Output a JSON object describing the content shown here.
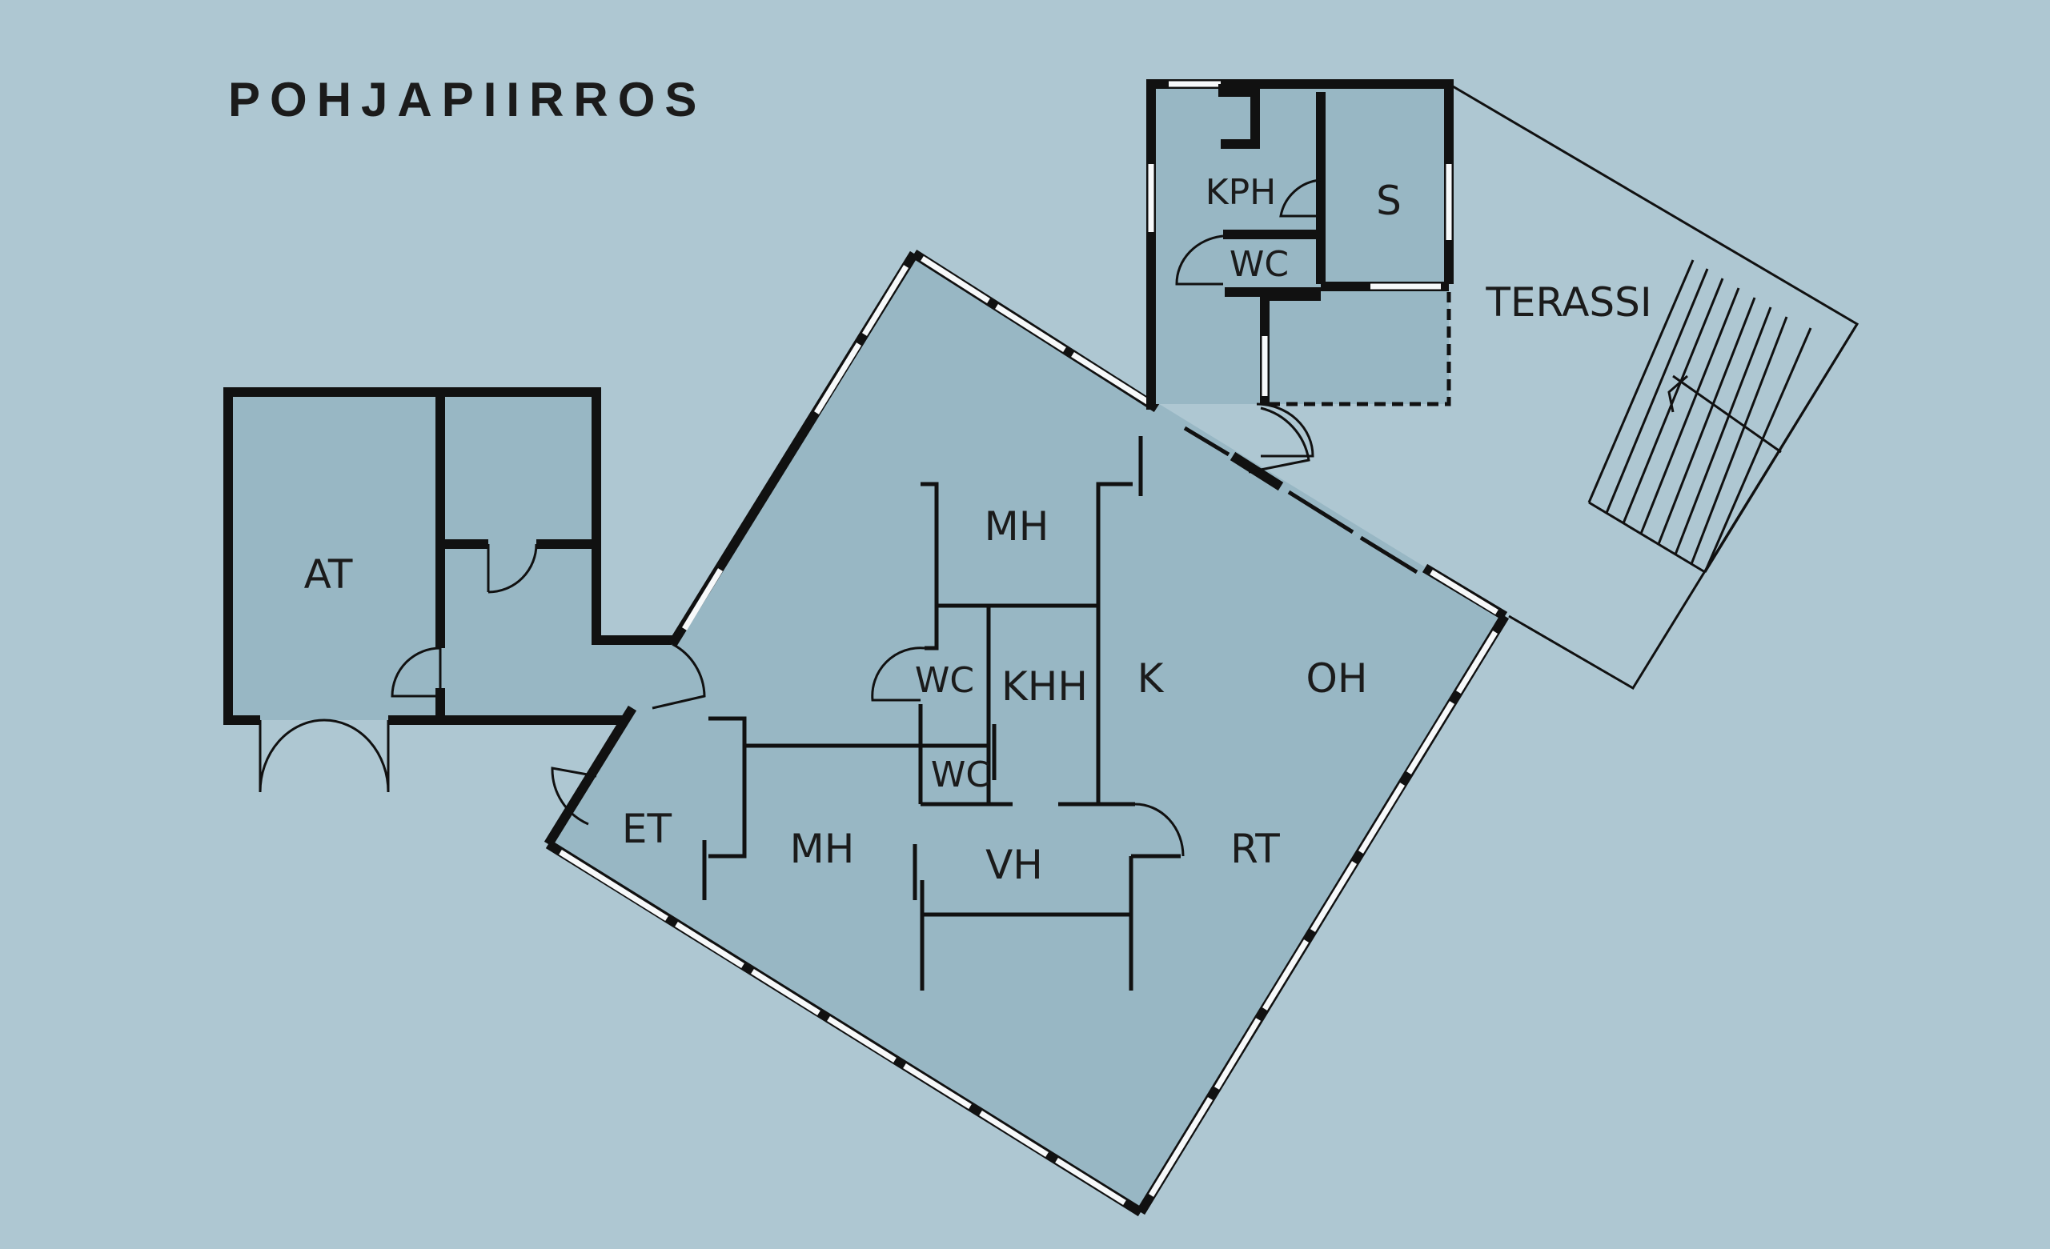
{
  "title": "POHJAPIIRROS",
  "rooms": {
    "at": "AT",
    "kph": "KPH",
    "s": "S",
    "wc_upper": "WC",
    "terassi": "TERASSI",
    "mh_top": "MH",
    "wc_left": "WC",
    "khh": "KHH",
    "k": "K",
    "oh": "OH",
    "wc_lower": "WC",
    "et": "ET",
    "mh_bottom": "MH",
    "vh": "VH",
    "rt": "RT"
  },
  "colors": {
    "background": "#aec7d2",
    "floor": "#98b7c4",
    "wall": "#111111",
    "window": "#f7f9fa"
  }
}
